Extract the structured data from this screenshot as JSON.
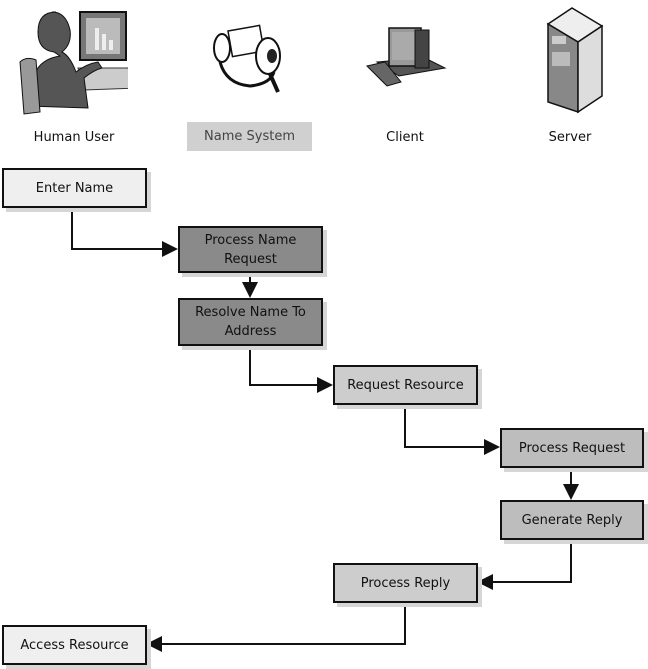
{
  "actors": [
    {
      "id": "human-user",
      "label": "Human User",
      "icon": "person-at-computer-icon"
    },
    {
      "id": "name-system",
      "label": "Name System",
      "icon": "rolodex-icon",
      "highlighted": true
    },
    {
      "id": "client",
      "label": "Client",
      "icon": "desktop-computer-icon"
    },
    {
      "id": "server",
      "label": "Server",
      "icon": "server-rack-icon"
    }
  ],
  "steps": [
    {
      "id": "enter-name",
      "label": "Enter Name",
      "actor": "Human User"
    },
    {
      "id": "process-name-request",
      "label": "Process Name Request",
      "actor": "Name System"
    },
    {
      "id": "resolve-name",
      "label": "Resolve Name To Address",
      "actor": "Name System"
    },
    {
      "id": "request-resource",
      "label": "Request Resource",
      "actor": "Client"
    },
    {
      "id": "process-request",
      "label": "Process Request",
      "actor": "Server"
    },
    {
      "id": "generate-reply",
      "label": "Generate Reply",
      "actor": "Server"
    },
    {
      "id": "process-reply",
      "label": "Process Reply",
      "actor": "Client"
    },
    {
      "id": "access-resource",
      "label": "Access Resource",
      "actor": "Human User"
    }
  ],
  "edges": [
    [
      "enter-name",
      "process-name-request"
    ],
    [
      "process-name-request",
      "resolve-name"
    ],
    [
      "resolve-name",
      "request-resource"
    ],
    [
      "request-resource",
      "process-request"
    ],
    [
      "process-request",
      "generate-reply"
    ],
    [
      "generate-reply",
      "process-reply"
    ],
    [
      "process-reply",
      "access-resource"
    ]
  ]
}
